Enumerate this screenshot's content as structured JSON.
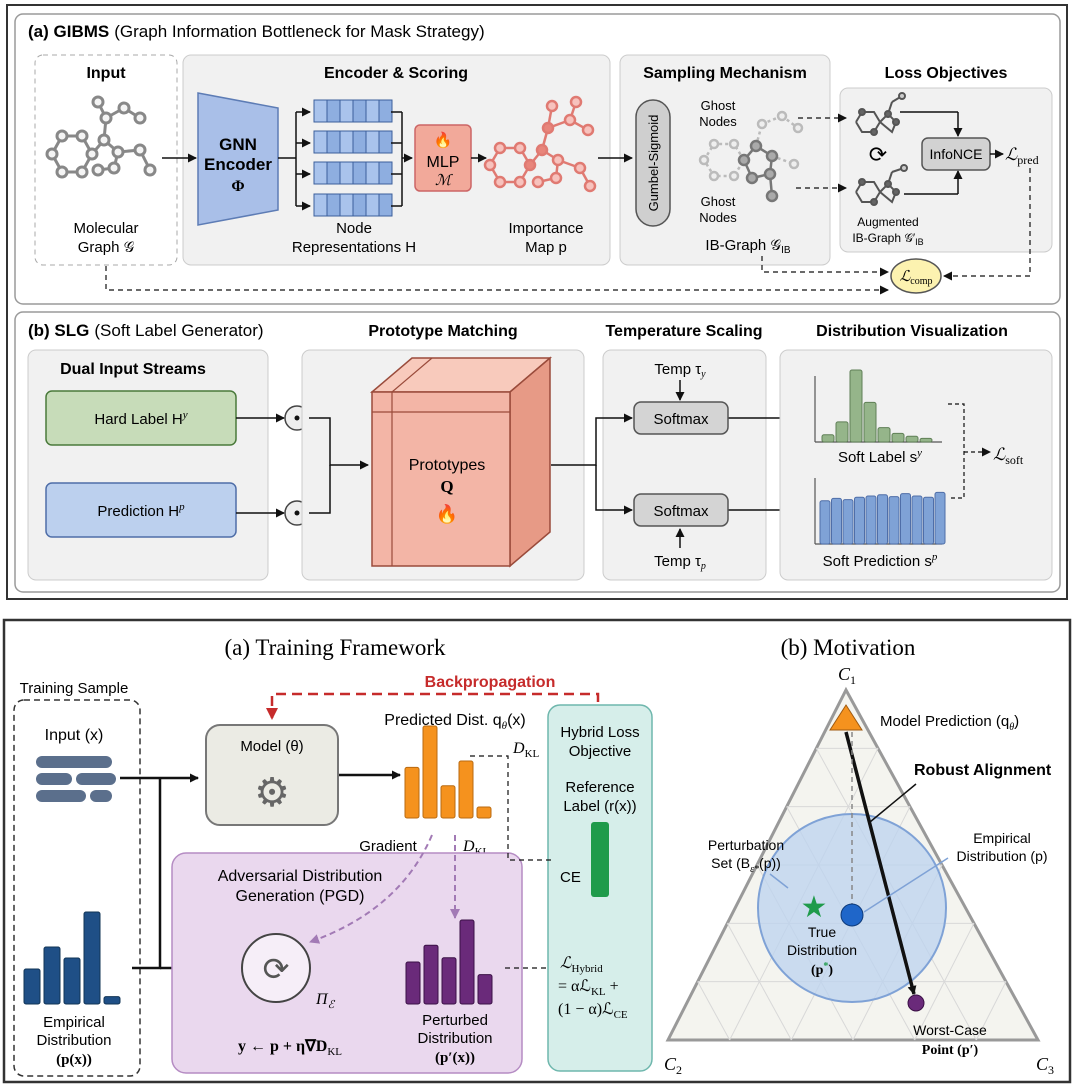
{
  "panel1": {
    "header_bold": "(a) GIBMS",
    "header_rest": "(Graph Information Bottleneck for Mask Strategy)",
    "input": {
      "title": "Input",
      "label1": "Molecular",
      "label2": "Graph 𝒢"
    },
    "encoder": {
      "title": "Encoder & Scoring",
      "gnn1": "GNN",
      "gnn2": "Encoder",
      "gnn3": "Φ",
      "nodes1": "Node",
      "nodes2": "Representations H",
      "mlp1": "MLP",
      "mlp2": "ℳ",
      "imp1": "Importance",
      "imp2": "Map p"
    },
    "sampling": {
      "title": "Sampling Mechanism",
      "gumbel": "Gumbel-Sigmoid",
      "ghost1a": "Ghost",
      "ghost1b": "Nodes",
      "ghost2a": "Ghost",
      "ghost2b": "Nodes",
      "ib": "IB-Graph 𝒢",
      "ib_sub": "IB"
    },
    "loss": {
      "title": "Loss Objectives",
      "infonce": "InfoNCE",
      "lpred": "ℒ",
      "lpred_sub": "pred",
      "aug1": "Augmented",
      "aug2": "IB-Graph 𝒢′",
      "aug2_sub": "IB",
      "lcomp": "ℒ",
      "lcomp_sub": "comp"
    }
  },
  "panel2": {
    "header_bold": "(b) SLG",
    "header_rest": "(Soft Label Generator)",
    "dual": {
      "title": "Dual Input Streams",
      "hard": "Hard Label H",
      "hard_sup": "y",
      "pred": "Prediction H",
      "pred_sup": "p"
    },
    "proto": {
      "title": "Prototype Matching",
      "label1": "Prototypes",
      "label2": "Q"
    },
    "temp": {
      "title": "Temperature Scaling",
      "softmax1": "Softmax",
      "softmax2": "Softmax",
      "temp1": "Temp τ",
      "temp1_sub": "y",
      "temp2": "Temp τ",
      "temp2_sub": "p"
    },
    "dist": {
      "title": "Distribution Visualization",
      "soft_label": "Soft Label s",
      "soft_label_sup": "y",
      "soft_pred": "Soft Prediction s",
      "soft_pred_sup": "p",
      "lsoft": "ℒ",
      "lsoft_sub": "soft"
    },
    "soft_label_bars": [
      0.1,
      0.28,
      1.0,
      0.55,
      0.2,
      0.12,
      0.08,
      0.05
    ],
    "soft_pred_bars": [
      0.72,
      0.76,
      0.74,
      0.78,
      0.8,
      0.82,
      0.79,
      0.84,
      0.8,
      0.78,
      0.86
    ]
  },
  "panel3": {
    "title_a": "(a) Training Framework",
    "title_b": "(b) Motivation",
    "training_sample": "Training Sample",
    "input_x": "Input (x)",
    "empirical1": "Empirical",
    "empirical2": "Distribution",
    "empirical3": "(p(x))",
    "model": "Model (θ)",
    "backprop": "Backpropagation",
    "pred_dist": "Predicted Dist. q",
    "pred_dist_sub": "θ",
    "pred_dist_tail": "(x)",
    "dkl1": "D",
    "dkl1_sub": "KL",
    "dkl2": "D",
    "dkl2_sub": "KL",
    "gradient": "Gradient",
    "adv1": "Adversarial Distribution",
    "adv2": "Generation (PGD)",
    "pi": "Π",
    "pi_sub": "ℰ",
    "update": "y ← p + η∇D",
    "update_sub": "KL",
    "perturbed1": "Perturbed",
    "perturbed2": "Distribution",
    "perturbed3": "(p′(x))",
    "hybrid1": "Hybrid Loss",
    "hybrid2": "Objective",
    "ref1": "Reference",
    "ref2": "Label (r(x))",
    "ce": "CE",
    "lh1": "ℒ",
    "lh1_sub": "Hybrid",
    "lh2": "= αℒ",
    "lh2_sub": "KL",
    "lh2_tail": " +",
    "lh3": "(1 − α)ℒ",
    "lh3_sub": "CE",
    "empirical_bars": [
      0.38,
      0.62,
      0.5,
      1.0,
      0.08
    ],
    "pred_bars": [
      0.55,
      1.0,
      0.35,
      0.62,
      0.12
    ],
    "pert_bars": [
      0.5,
      0.7,
      0.55,
      1.0,
      0.35
    ]
  },
  "simplex": {
    "c1": "C",
    "c1_sub": "1",
    "c2": "C",
    "c2_sub": "2",
    "c3": "C",
    "c3_sub": "3",
    "model_pred": "Model Prediction (q",
    "model_pred_sub": "θ",
    "model_pred_tail": ")",
    "robust": "Robust Alignment",
    "pert1": "Perturbation",
    "pert2": "Set (B",
    "pert2_sub": "ε*",
    "pert2_tail": "(p))",
    "emp1": "Empirical",
    "emp2": "Distribution (p)",
    "true1": "True",
    "true2": "Distribution",
    "true3": "(p",
    "true3_sup": "*",
    "true3_tail": ")",
    "worst1": "Worst-Case",
    "worst2": "Point (p′)"
  },
  "colors": {
    "gnn": "#a9bfe8",
    "mlp": "#f2a99a",
    "proto": "#f3b5a6",
    "hard": "#c7dcb9",
    "pred": "#bcd0ee",
    "soft_label": "#95b58a",
    "soft_pred": "#7fa2d6",
    "orange": "#f5921e",
    "purple": "#6a2a7a",
    "navy": "#1f4f86",
    "green": "#1f9b4b",
    "red": "#c62b2b",
    "circle": "#bcd3ef"
  }
}
